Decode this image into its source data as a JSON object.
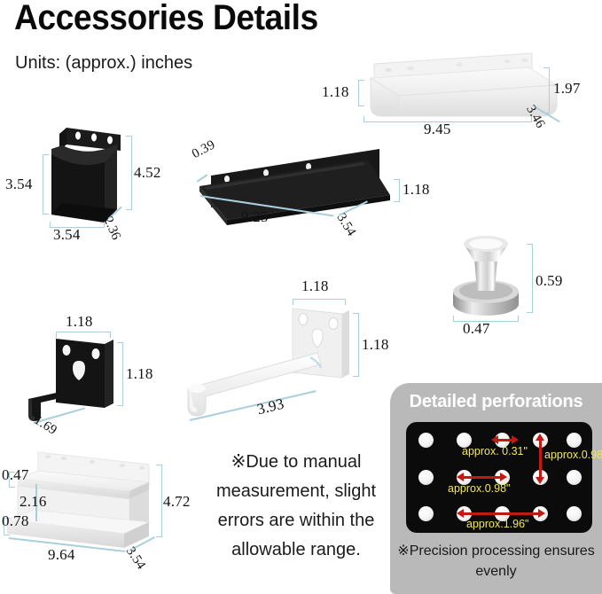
{
  "header": {
    "title": "Accessories Details",
    "units_note": "Units: (approx.) inches"
  },
  "products": {
    "shelf_white_top": {
      "name": "white-floating-shelf",
      "height_front": "1.18",
      "height_back": "1.97",
      "width": "9.45",
      "depth": "3.46"
    },
    "box_black": {
      "name": "black-wall-organizer-box",
      "body_height": "3.54",
      "total_height": "4.52",
      "width": "3.54",
      "depth": "2.36"
    },
    "shelf_black": {
      "name": "black-floating-shelf",
      "thickness": "0.39",
      "back_height": "1.18",
      "width": "9.25",
      "depth": "3.54"
    },
    "knob_chrome": {
      "name": "chrome-magnetic-knob",
      "height": "0.59",
      "diameter": "0.47"
    },
    "hook_black": {
      "name": "black-j-hook",
      "plate_width": "1.18",
      "plate_height": "1.18",
      "hook_depth": "1.69"
    },
    "hook_white": {
      "name": "white-long-hook",
      "plate_width": "1.18",
      "plate_height": "1.18",
      "arm_length": "3.93"
    },
    "shelf_white_bottom": {
      "name": "white-two-tier-shelf",
      "top_lip": "0.47",
      "middle_gap": "2.16",
      "bottom_lip": "0.78",
      "total_height": "4.72",
      "width": "9.64",
      "depth": "3.54"
    }
  },
  "disclaimer": "※Due to manual measurement, slight errors are within the allowable range.",
  "perforation": {
    "title": "Detailed perforations",
    "labels": {
      "hole_diameter": "approx. 0.31\"",
      "vertical_pitch": "approx.0.98\"",
      "horizontal_pitch": "approx.0.98\"",
      "double_pitch": "approx.1.96\""
    },
    "note": "※Precision processing ensures evenly",
    "grid_columns": 5,
    "grid_rows": 3
  },
  "colors": {
    "dimension_line": "#a9cfdc",
    "measure_line": "#c21a12",
    "measure_label": "#f2e85c",
    "panel_bg": "#b9b9b9",
    "board_bg": "#0b0b0b"
  }
}
